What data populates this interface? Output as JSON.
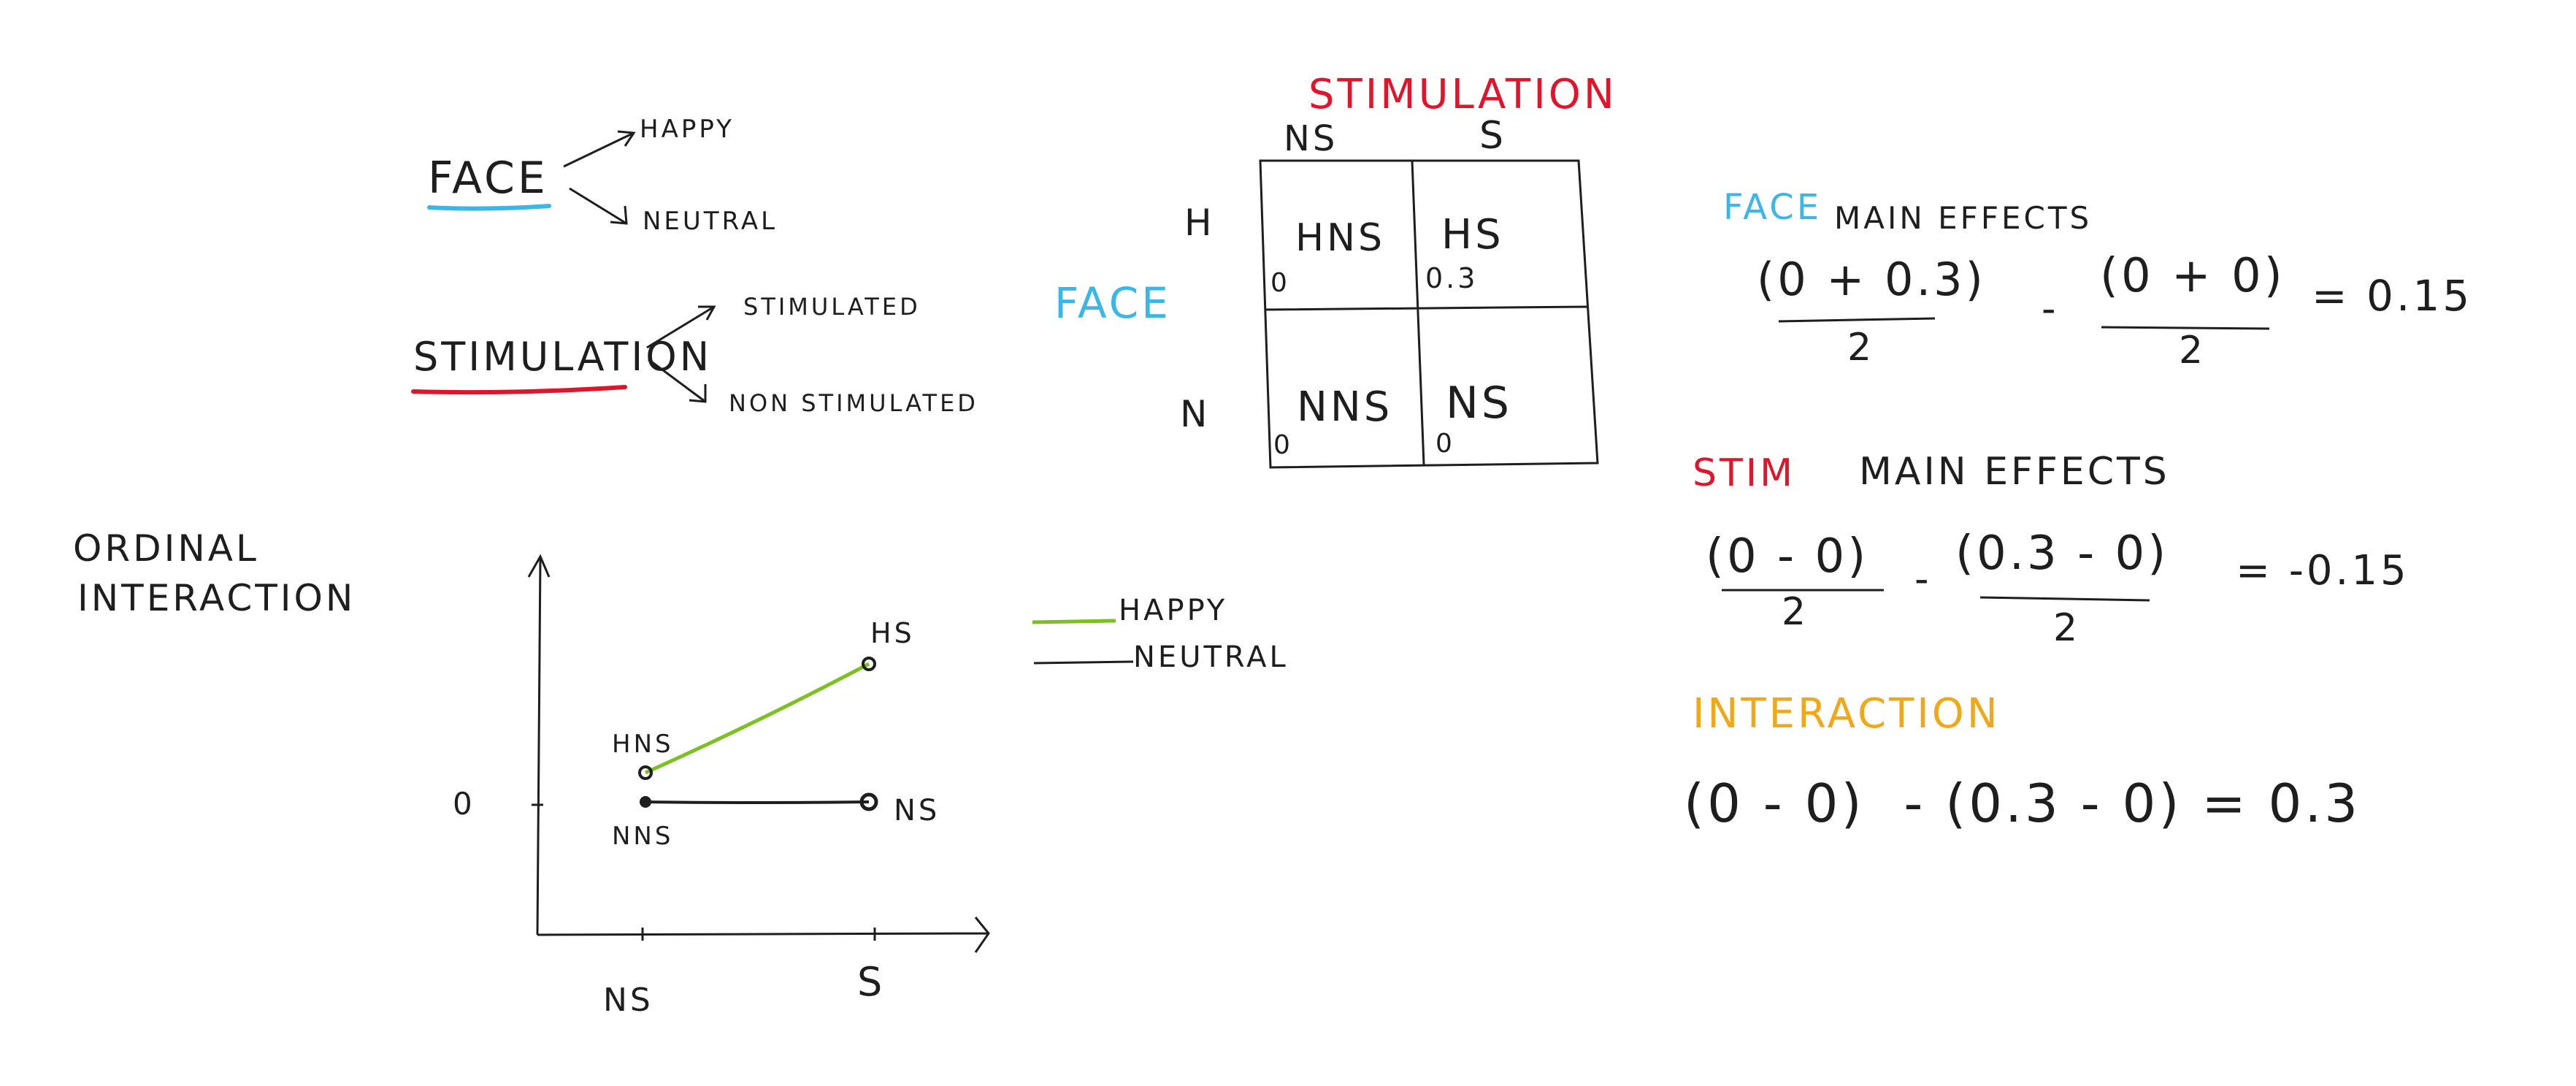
{
  "factors": {
    "face": {
      "label": "FACE",
      "levels": [
        "HAPPY",
        "NEUTRAL"
      ]
    },
    "stimulation": {
      "label": "STIMULATION",
      "levels": [
        "STIMULATED",
        "NON STIMULATED"
      ]
    }
  },
  "table": {
    "title": "STIMULATION",
    "col_headers": [
      "NS",
      "S"
    ],
    "row_title": "FACE",
    "row_headers": [
      "H",
      "N"
    ],
    "cells": [
      [
        {
          "name": "HNS",
          "value": "0"
        },
        {
          "name": "HS",
          "value": "0.3"
        }
      ],
      [
        {
          "name": "NNS",
          "value": "0"
        },
        {
          "name": "NS",
          "value": "0"
        }
      ]
    ]
  },
  "plot": {
    "title_line1": "ORDINAL",
    "title_line2": "INTERACTION",
    "y_tick": "0",
    "x_ticks": [
      "NS",
      "S"
    ],
    "point_labels": {
      "hns": "HNS",
      "hs": "HS",
      "nns": "NNS",
      "ns": "NS"
    },
    "legend": [
      {
        "label": "HAPPY",
        "color": "#7cc022"
      },
      {
        "label": "NEUTRAL",
        "color": "#1e1e1e"
      }
    ]
  },
  "chart_data": {
    "type": "line",
    "categories": [
      "NS",
      "S"
    ],
    "series": [
      {
        "name": "HAPPY",
        "values": [
          0,
          0.3
        ]
      },
      {
        "name": "NEUTRAL",
        "values": [
          0,
          0
        ]
      }
    ],
    "title": "",
    "xlabel": "",
    "ylabel": ""
  },
  "effects": {
    "face": {
      "title": "FACE",
      "suffix": "MAIN EFFECTS",
      "num1": "(0 + 0.3)",
      "den1": "2",
      "minus": "-",
      "num2": "(0 + 0)",
      "den2": "2",
      "result": "= 0.15"
    },
    "stim": {
      "title": "STIM",
      "suffix": "MAIN EFFECTS",
      "num1": "(0 - 0)",
      "den1": "2",
      "minus": "-",
      "num2": "(0.3 - 0)",
      "den2": "2",
      "result": "= -0.15"
    },
    "interaction": {
      "title": "INTERACTION",
      "formula": "(0 - 0)  - (0.3 - 0) = 0.3"
    }
  }
}
